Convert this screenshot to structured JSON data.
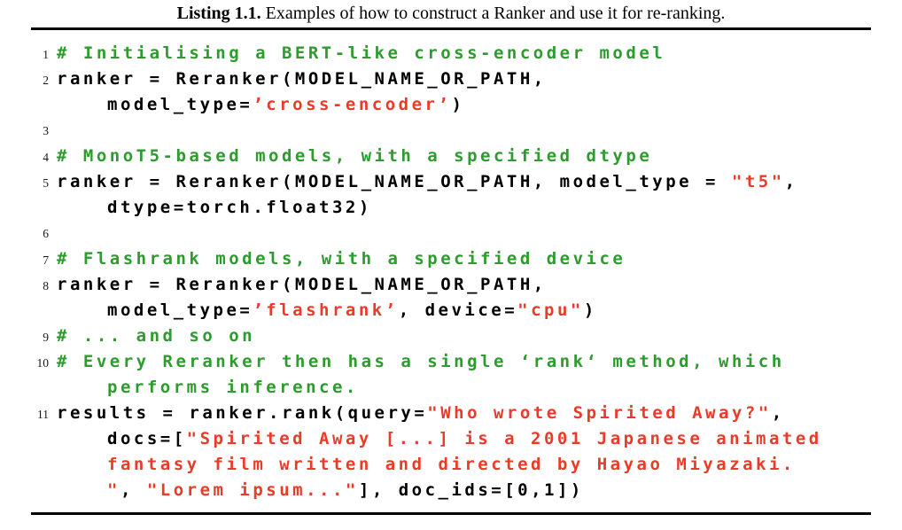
{
  "caption": {
    "label": "Listing 1.1.",
    "text": " Examples of how to construct a Ranker and use it for re-ranking."
  },
  "colors": {
    "code": "#000000",
    "comment": "#2e9b2e",
    "string": "#ea3b28",
    "rule": "#000000"
  },
  "listing": {
    "lines": [
      {
        "num": "1",
        "indent": false,
        "segments": [
          {
            "t": "# Initialising a BERT-like cross-encoder model",
            "c": "comment"
          }
        ]
      },
      {
        "num": "2",
        "indent": false,
        "segments": [
          {
            "t": "ranker = Reranker(MODEL_NAME_OR_PATH,",
            "c": "code"
          }
        ]
      },
      {
        "num": "",
        "indent": true,
        "segments": [
          {
            "t": "model_type=",
            "c": "code"
          },
          {
            "t": "’cross-encoder’",
            "c": "string"
          },
          {
            "t": ")",
            "c": "code"
          }
        ]
      },
      {
        "num": "3",
        "indent": false,
        "segments": []
      },
      {
        "num": "4",
        "indent": false,
        "segments": [
          {
            "t": "# MonoT5-based models, with a specified dtype",
            "c": "comment"
          }
        ]
      },
      {
        "num": "5",
        "indent": false,
        "segments": [
          {
            "t": "ranker = Reranker(MODEL_NAME_OR_PATH, model_type = ",
            "c": "code"
          },
          {
            "t": "\"t5\"",
            "c": "string"
          },
          {
            "t": ",",
            "c": "code"
          }
        ]
      },
      {
        "num": "",
        "indent": true,
        "segments": [
          {
            "t": "dtype=torch.float32)",
            "c": "code"
          }
        ]
      },
      {
        "num": "6",
        "indent": false,
        "segments": []
      },
      {
        "num": "7",
        "indent": false,
        "segments": [
          {
            "t": "# Flashrank models, with a specified device",
            "c": "comment"
          }
        ]
      },
      {
        "num": "8",
        "indent": false,
        "segments": [
          {
            "t": "ranker = Reranker(MODEL_NAME_OR_PATH,",
            "c": "code"
          }
        ]
      },
      {
        "num": "",
        "indent": true,
        "segments": [
          {
            "t": "model_type=",
            "c": "code"
          },
          {
            "t": "’flashrank’",
            "c": "string"
          },
          {
            "t": ", device=",
            "c": "code"
          },
          {
            "t": "\"cpu\"",
            "c": "string"
          },
          {
            "t": ")",
            "c": "code"
          }
        ]
      },
      {
        "num": "9",
        "indent": false,
        "segments": [
          {
            "t": "# ... and so on",
            "c": "comment"
          }
        ]
      },
      {
        "num": "10",
        "indent": false,
        "segments": [
          {
            "t": "# Every Reranker then has a single ‘rank‘ method, which",
            "c": "comment"
          }
        ]
      },
      {
        "num": "",
        "indent": true,
        "segments": [
          {
            "t": "performs inference.",
            "c": "comment"
          }
        ]
      },
      {
        "num": "11",
        "indent": false,
        "segments": [
          {
            "t": "results = ranker.rank(query=",
            "c": "code"
          },
          {
            "t": "\"Who wrote Spirited Away?\"",
            "c": "string"
          },
          {
            "t": ",",
            "c": "code"
          }
        ]
      },
      {
        "num": "",
        "indent": true,
        "segments": [
          {
            "t": "docs=[",
            "c": "code"
          },
          {
            "t": "\"Spirited Away [...] is a 2001 Japanese animated",
            "c": "string"
          }
        ]
      },
      {
        "num": "",
        "indent": true,
        "segments": [
          {
            "t": "fantasy film written and directed by Hayao Miyazaki.",
            "c": "string"
          }
        ]
      },
      {
        "num": "",
        "indent": true,
        "segments": [
          {
            "t": "\"",
            "c": "string"
          },
          {
            "t": ", ",
            "c": "code"
          },
          {
            "t": "\"Lorem ipsum...\"",
            "c": "string"
          },
          {
            "t": "], doc_ids=[0,1])",
            "c": "code"
          }
        ]
      }
    ]
  }
}
